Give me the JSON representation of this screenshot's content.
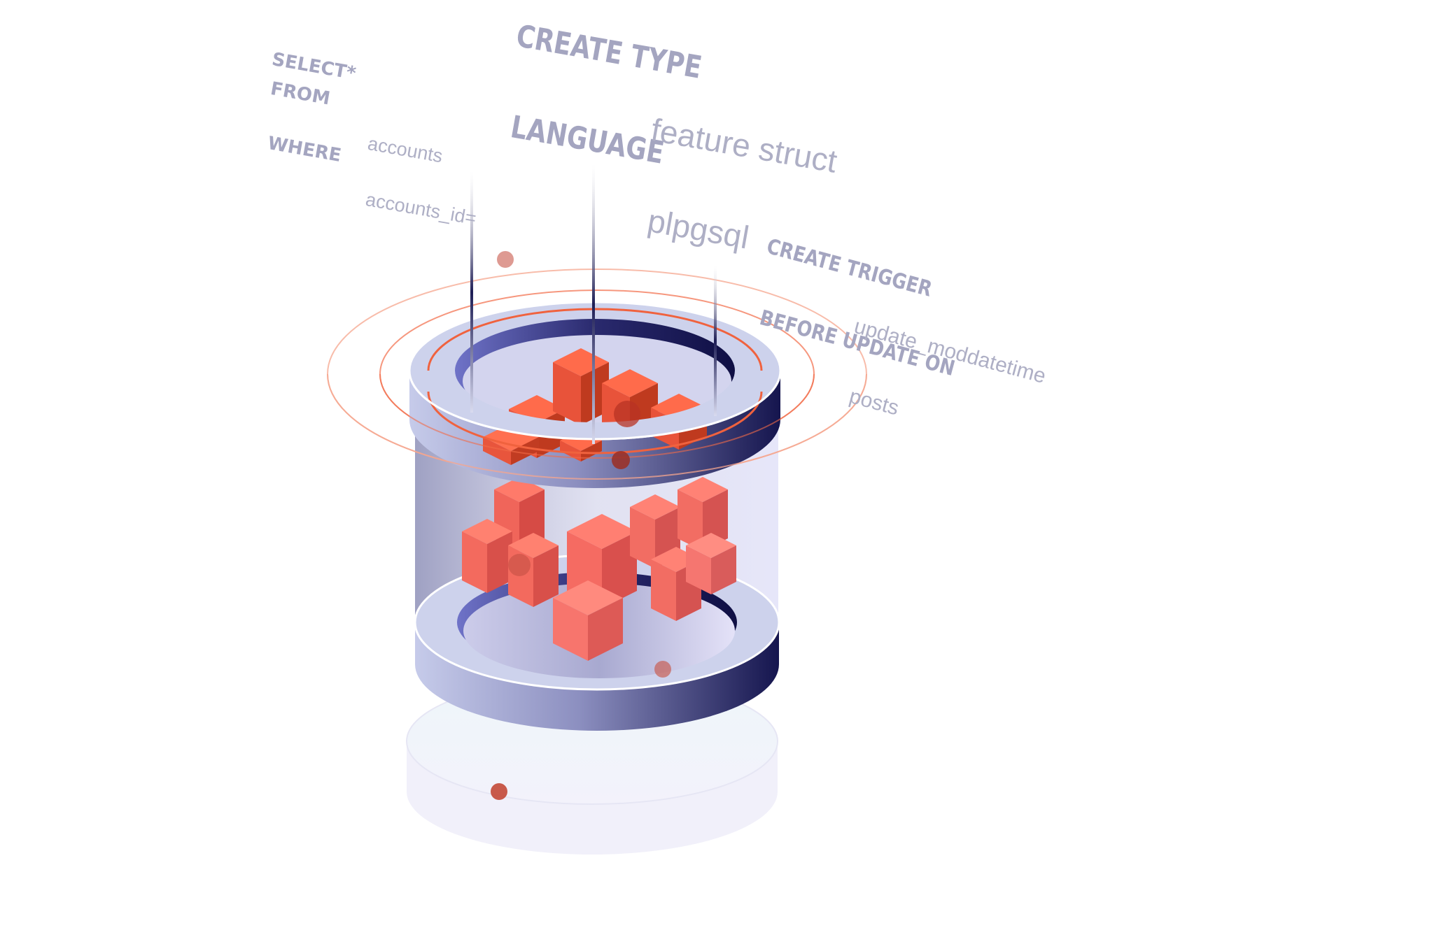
{
  "sql_keywords": {
    "select": "SELECT*",
    "from": "FROM",
    "where": "WHERE",
    "accounts": "accounts",
    "accounts_id": "accounts_id=",
    "create_type": "CREATE TYPE",
    "language": "LANGUAGE",
    "feature_struct": "feature struct",
    "plpgsql": "plpgsql",
    "create_trigger": "CREATE TRIGGER",
    "before_update_on": "BEFORE UPDATE ON",
    "update_moddatetime": "update_moddatetime",
    "posts": "posts"
  },
  "colors": {
    "cube_top": "#ff6a4a",
    "cube_left": "#e8533a",
    "cube_right": "#c23a20",
    "ring_light": "#cfd3ee",
    "ring_dark": "#1a1a5a",
    "orbit": "#f26b47",
    "text": "#a4a5c0"
  }
}
